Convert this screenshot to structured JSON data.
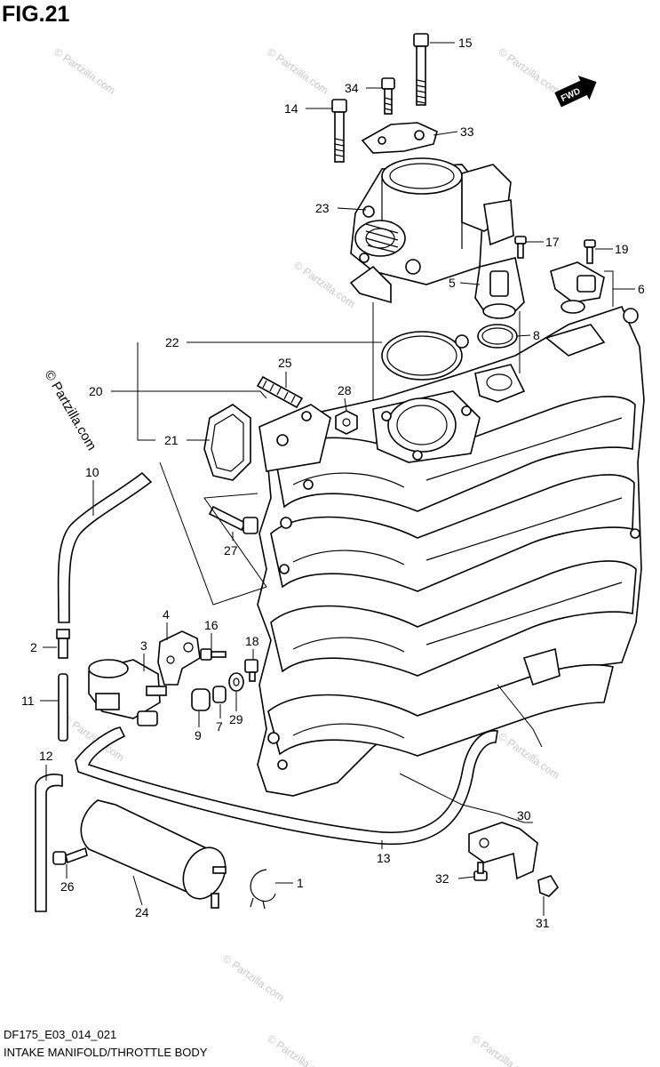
{
  "figure": {
    "title": "FIG.21",
    "drawing_code": "DF175_E03_014_021",
    "caption": "INTAKE MANIFOLD/THROTTLE BODY",
    "fwd_label": "FWD",
    "watermark": "© Partzilla.com"
  },
  "callouts": [
    "15",
    "34",
    "14",
    "33",
    "23",
    "17",
    "19",
    "5",
    "6",
    "8",
    "22",
    "25",
    "20",
    "28",
    "21",
    "10",
    "27",
    "4",
    "16",
    "3",
    "2",
    "18",
    "11",
    "9",
    "7",
    "29",
    "12",
    "30",
    "13",
    "26",
    "24",
    "1",
    "32",
    "31"
  ]
}
